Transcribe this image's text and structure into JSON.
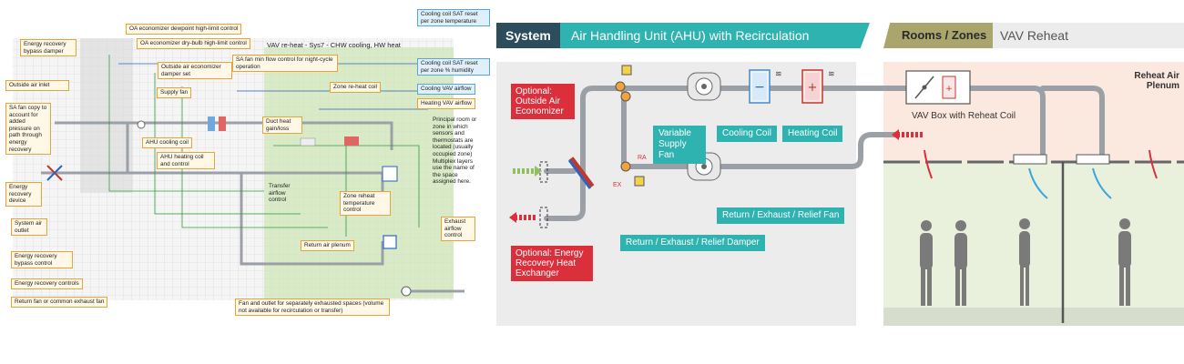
{
  "left": {
    "title": "VAV re-heat - Sys7 - CHW cooling, HW heat",
    "callouts": [
      "OA economizer dewpoint high-limit control",
      "OA economizer dry-bulb high-limit control",
      "Energy recovery bypass damper",
      "Outside air inlet",
      "SA fan copy to account for added pressure on path through energy recovery",
      "Outside air economizer damper set",
      "Supply fan",
      "SA fan min flow control for night-cycle operation",
      "Zone re-heat coil",
      "Cooling coil SAT reset per zone temperature",
      "Cooling coil SAT reset per zone % humidity",
      "Cooling VAV airflow",
      "Heating VAV airflow",
      "AHU cooling coil",
      "AHU heating coil and control",
      "Duct heat gain/loss",
      "Principal room or zone in which sensors and thermostats are located (usually occupied zone) Multiplex layers use the name of the space assigned here.",
      "Energy recovery device",
      "System air outlet",
      "Transfer airflow control",
      "Zone reheat temperature control",
      "Exhaust airflow control",
      "Return air plenum",
      "Energy recovery bypass control",
      "Energy recovery controls",
      "Return fan or common exhaust fan",
      "Fan and outlet for separately exhausted spaces (volume not available for recirculation or transfer)"
    ]
  },
  "right": {
    "system_label": "System",
    "system_title": "Air Handling Unit (AHU) with Recirculation",
    "zones_label": "Rooms / Zones",
    "zones_title": "VAV Reheat",
    "plenum_label": "Reheat Air Plenum",
    "optional_economizer": "Optional: Outside Air Economizer",
    "optional_hx": "Optional: Energy Recovery Heat Exchanger",
    "variable_supply_fan": "Variable Supply Fan",
    "cooling_coil": "Cooling Coil",
    "heating_coil": "Heating Coil",
    "vav_box": "VAV Box with Reheat Coil",
    "return_fan": "Return / Exhaust / Relief Fan",
    "return_damper": "Return / Exhaust / Relief Damper",
    "ra": "RA",
    "ex": "EX"
  },
  "colors": {
    "teal": "#2fb3b0",
    "red": "#dc2f3c",
    "olive": "#a9a56d",
    "zone_bg": "#fbe9df",
    "floor_bg": "#e9f0dc",
    "duct": "#9aa0a6"
  }
}
